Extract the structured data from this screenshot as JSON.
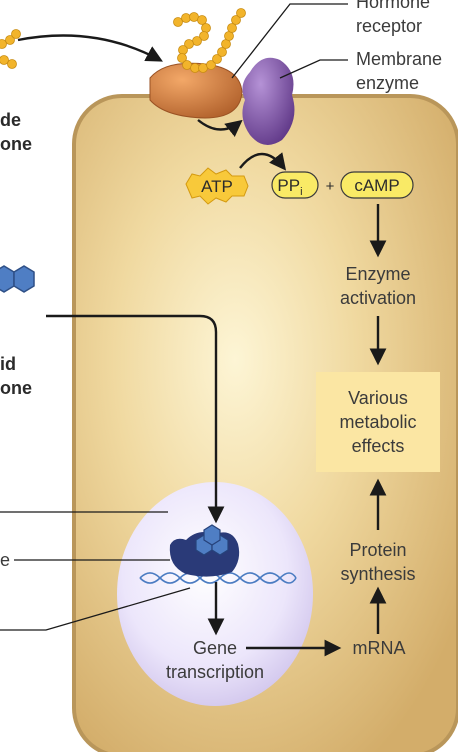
{
  "labels": {
    "hormone_receptor": [
      "Hormone",
      "receptor"
    ],
    "membrane_enzyme": [
      "Membrane",
      "enzyme"
    ],
    "peptide_hormone_partial": [
      "de",
      "one"
    ],
    "steroid_hormone_partial": [
      "id",
      "one"
    ],
    "left_cut_label": "e",
    "atp": "ATP",
    "ppi_main": "PP",
    "ppi_sub": "i",
    "plus": "+",
    "camp": "cAMP",
    "enzyme_activation": [
      "Enzyme",
      "activation"
    ],
    "various_effects": [
      "Various",
      "metabolic",
      "effects"
    ],
    "protein_synthesis": [
      "Protein",
      "synthesis"
    ],
    "mrna": "mRNA",
    "gene_transcription": [
      "Gene",
      "transcription"
    ]
  },
  "colors": {
    "cell_fill": "#d7b577",
    "cell_stroke": "#b9965a",
    "cell_glow": "#fbf0c6",
    "nucleus": "#ece6fb",
    "receptor": "#d9823f",
    "enzyme": "#7a4fa0",
    "hormone_beads": "#f2b42b",
    "steroid_hex": "#4f7ec4",
    "atp_burst": "#f8c93a",
    "pill": "#f9ea66",
    "effects_box": "#fbe6a3",
    "arrow": "#1a1a1a"
  }
}
